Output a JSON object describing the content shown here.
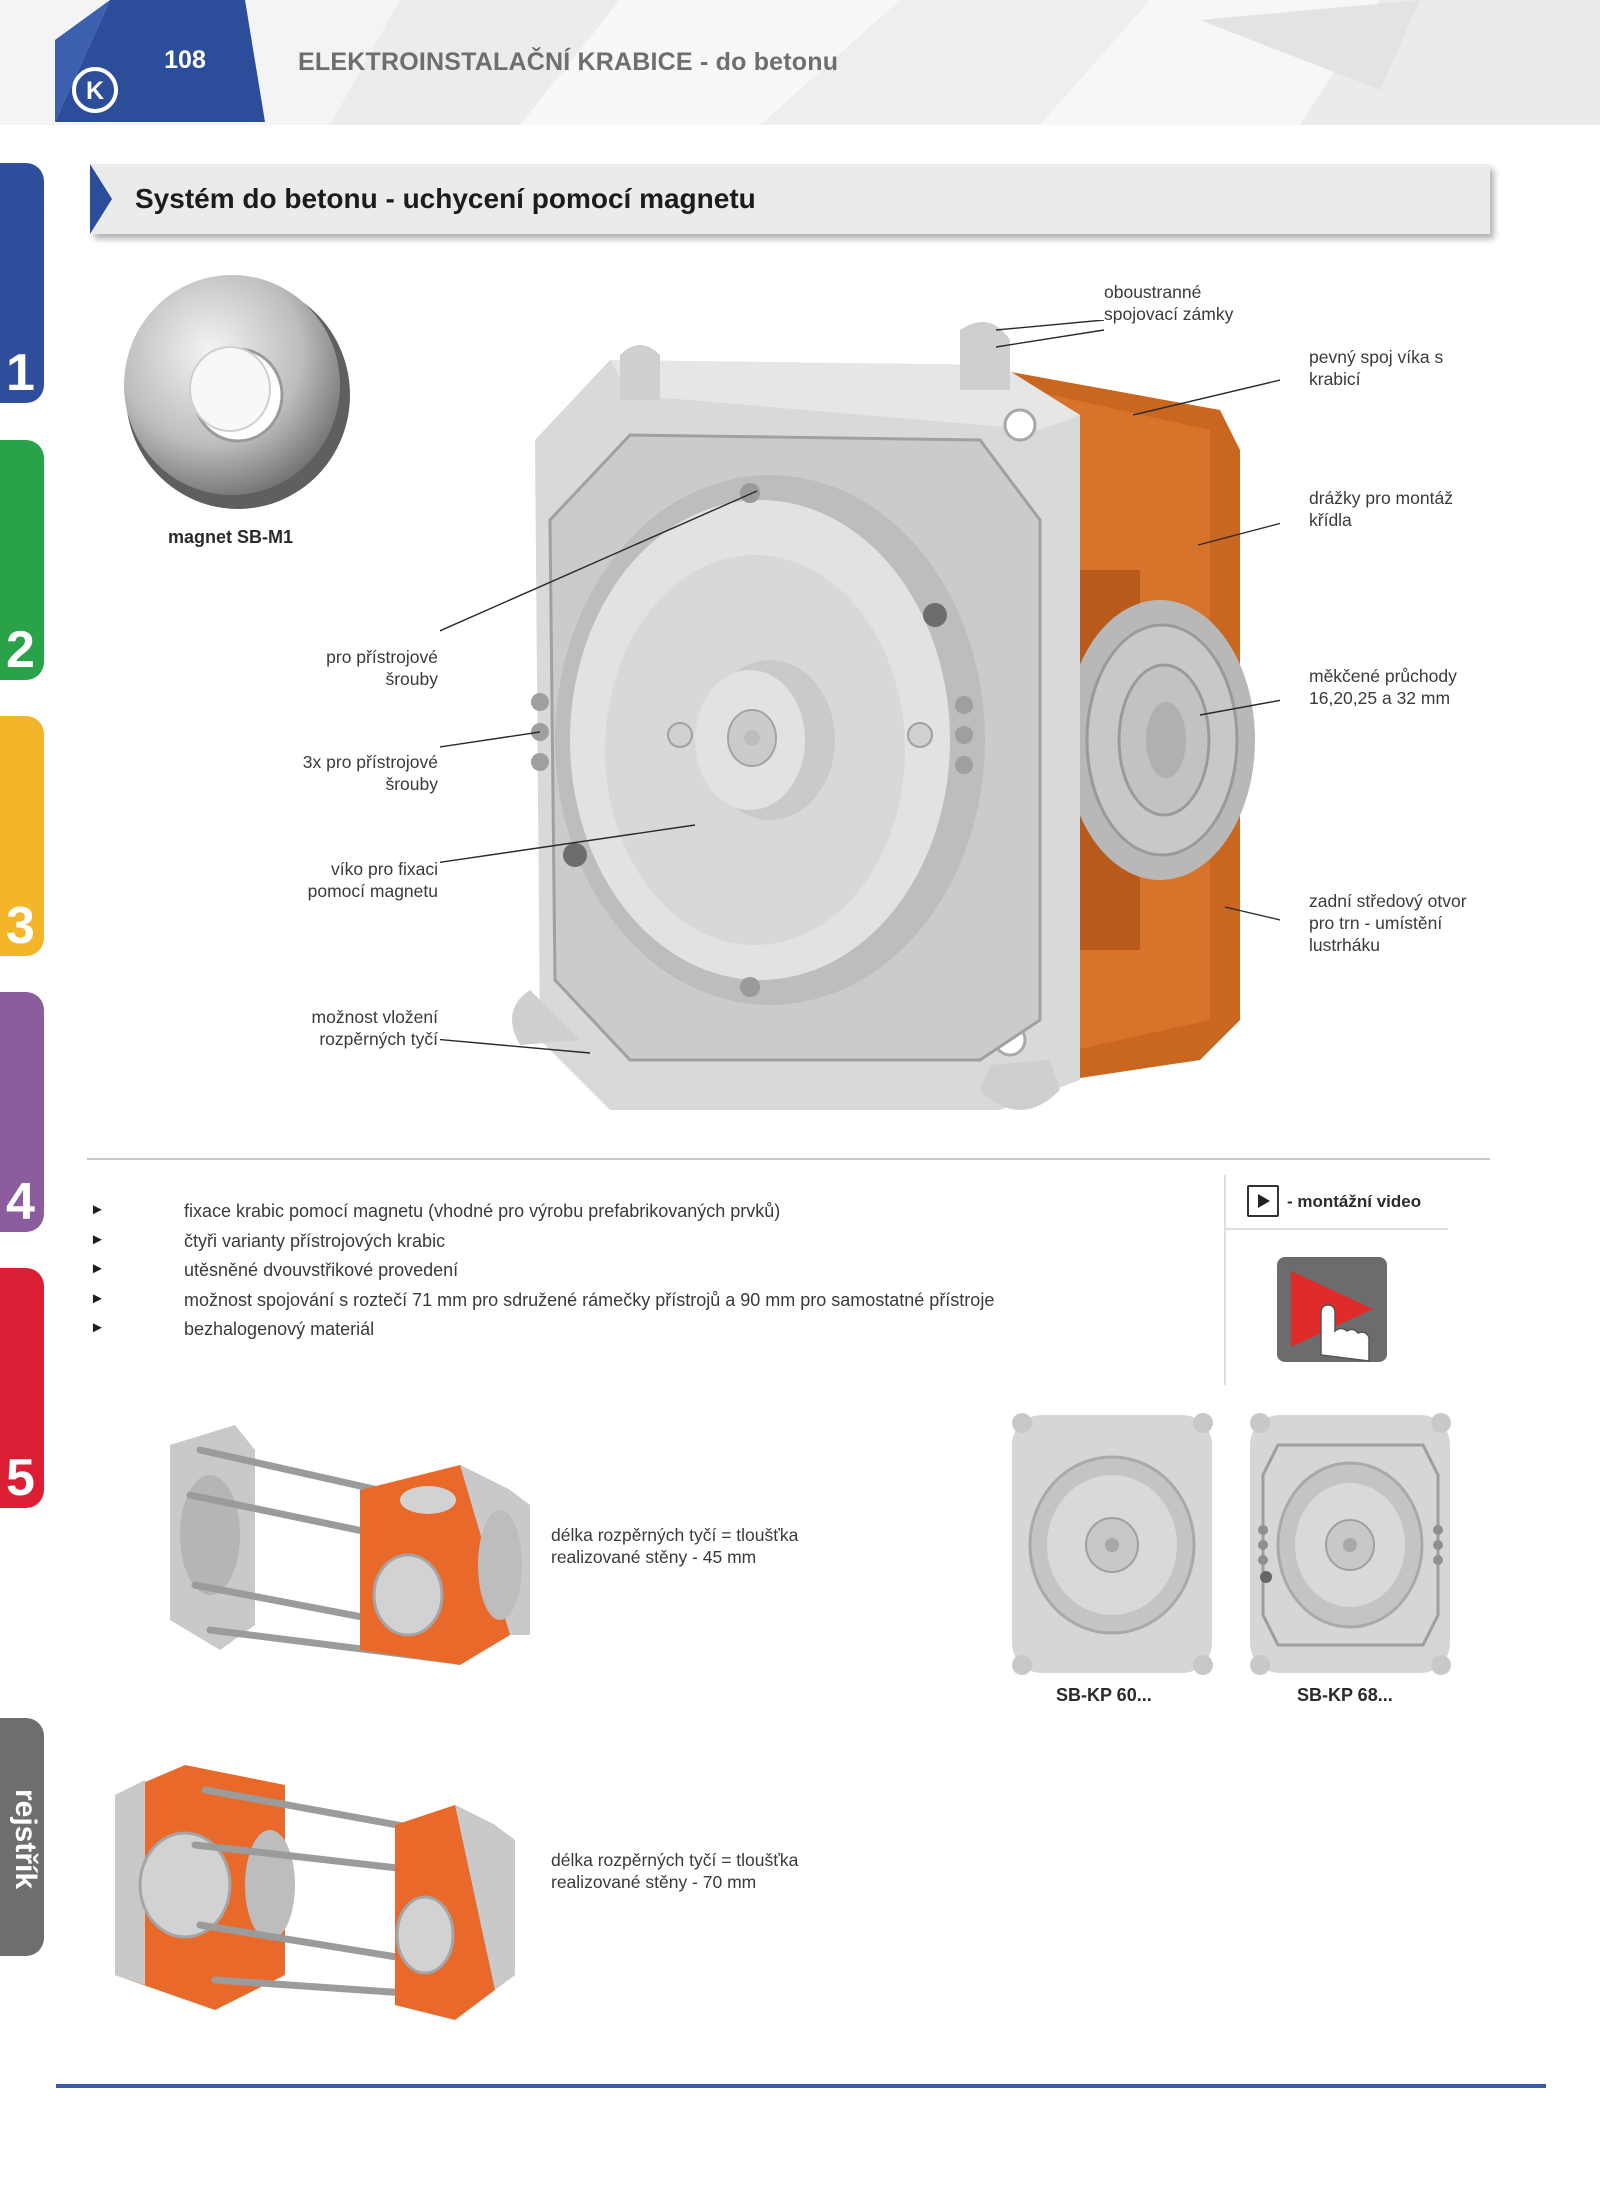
{
  "header": {
    "page_number": "108",
    "title": "ELEKTROINSTALAČNÍ KRABICE - do betonu"
  },
  "side_tabs": [
    {
      "label": "1",
      "color": "#2f4e9c"
    },
    {
      "label": "2",
      "color": "#2aa24a"
    },
    {
      "label": "3",
      "color": "#f3b52a"
    },
    {
      "label": "4",
      "color": "#8b5d9e"
    },
    {
      "label": "5",
      "color": "#dc1e35"
    },
    {
      "label": "rejstřík",
      "color": "#6d6e70"
    }
  ],
  "section": {
    "title": "Systém do betonu - uchycení pomocí magnetu",
    "accent": "#2c4d9a"
  },
  "magnet_caption": "magnet SB-M1",
  "callouts_right": {
    "locks": "oboustranné\nspojovací zámky",
    "lid": "pevný spoj víka s\nkrabicí",
    "grooves": "drážky pro montáž\nkřídla",
    "knockouts": "měkčené průchody\n16,20,25 a 32 mm",
    "center_hole": "zadní středový otvor\npro trn - umístění\nlustrháku"
  },
  "callouts_left": {
    "screws": "pro přístrojové\nšrouby",
    "screws3": "3x pro přístrojové\nšrouby",
    "lid_magnet": "víko pro fixaci\npomocí magnetu",
    "rods": "možnost vložení\nrozpěrných tyčí"
  },
  "features": [
    "fixace krabic pomocí magnetu (vhodné pro výrobu prefabrikovaných prvků)",
    "čtyři varianty přístrojových krabic",
    "utěsněné dvouvstřikové provedení",
    "možnost spojování s roztečí 71 mm pro sdružené rámečky přístrojů a 90 mm pro samostatné přístroje",
    "bezhalogenový materiál"
  ],
  "bullet_glyph": "►",
  "video": {
    "label": "- montážní video"
  },
  "rod_notes": {
    "note_45": "délka rozpěrných tyčí = tloušťka\nrealizované stěny - 45 mm",
    "note_70": "délka rozpěrných tyčí = tloušťka\nrealizované stěny - 70 mm"
  },
  "variants": {
    "left": "SB-KP 60...",
    "right": "SB-KP 68..."
  },
  "colors": {
    "brand_blue": "#2c4d9a",
    "orange": "#e8692a",
    "box_gray": "#d9d9d9"
  }
}
